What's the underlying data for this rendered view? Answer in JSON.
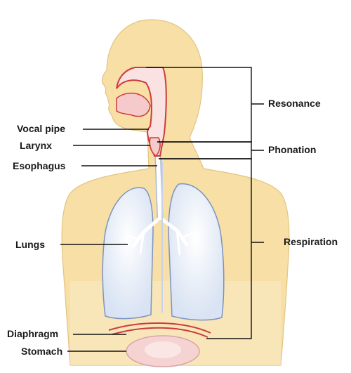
{
  "labels": {
    "vocal_pipe": "Vocal pipe",
    "larynx": "Larynx",
    "esophagus": "Esophagus",
    "lungs": "Lungs",
    "diaphragm": "Diaphragm",
    "stomach": "Stomach",
    "resonance": "Resonance",
    "phonation": "Phonation",
    "respiration": "Respiration"
  },
  "colors": {
    "skin": "#f7dfa6",
    "skin_outline": "#d9b977",
    "tract": "#cc3b3b",
    "tract_fill": "#fbe2e2",
    "lung_fill": "#e9eff8",
    "lung_outline": "#7d93c0",
    "bronchi": "#ffffff",
    "stomach": "#f6d3d3",
    "line": "#111111"
  }
}
